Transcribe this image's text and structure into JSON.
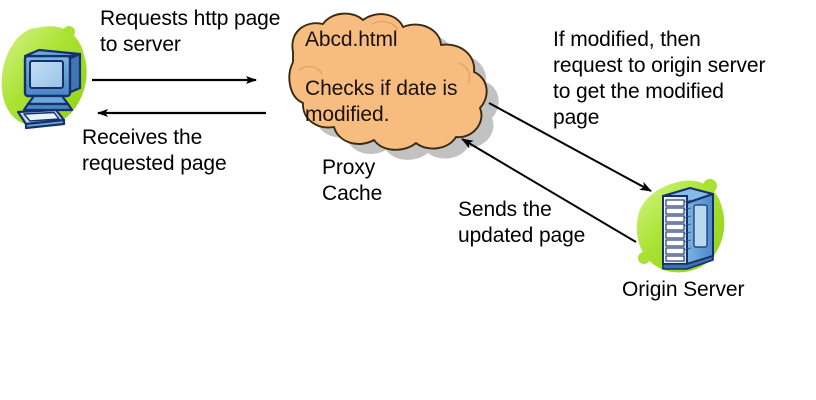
{
  "diagram": {
    "title": "Proxy Cache HTTP Request Flow",
    "background_color": "#ffffff",
    "colors": {
      "cloud_fill": "#f7bd80",
      "cloud_stroke": "#3a2a12",
      "cloud_shadow": "#9a9a9a",
      "blob_green": "#a8e032",
      "blob_green_light": "#c8ee72",
      "monitor_blue": "#5b9bd5",
      "screen_blue": "#a9cfee",
      "outline_navy": "#15306b",
      "arrow_black": "#000000",
      "text_black": "#000000"
    },
    "nodes": [
      {
        "id": "client",
        "icon": "desktop-computer-icon",
        "label": ""
      },
      {
        "id": "proxy",
        "icon": "cloud-icon",
        "label": "Proxy\nCache",
        "inner_lines": [
          "Abcd.html",
          "Checks if date is\nmodified."
        ]
      },
      {
        "id": "origin",
        "icon": "server-rack-icon",
        "label": "Origin Server"
      }
    ],
    "labels": {
      "requests": "Requests http page\nto server",
      "receives": "Receives the\nrequested page",
      "proxy_cache": "Proxy\nCache",
      "if_modified": "If modified, then\nrequest to origin server\nto get the modified\npage",
      "sends_updated": "Sends the\nupdated page",
      "origin_server": "Origin Server",
      "cloud_file": "Abcd.html",
      "cloud_checks": "Checks if date is\nmodified."
    },
    "arrows": [
      {
        "id": "client-to-proxy",
        "name": "arrow-client-to-proxy",
        "from": "client",
        "to": "proxy",
        "direction": "right",
        "描述": "Requests http page to server"
      },
      {
        "id": "proxy-to-client",
        "name": "arrow-proxy-to-client",
        "from": "proxy",
        "to": "client",
        "direction": "left",
        "描述": "Receives the requested page"
      },
      {
        "id": "proxy-to-origin",
        "name": "arrow-proxy-to-origin",
        "from": "proxy",
        "to": "origin",
        "direction": "down-right",
        "描述": "If modified, then request to origin server to get the modified page"
      },
      {
        "id": "origin-to-proxy",
        "name": "arrow-origin-to-proxy",
        "from": "origin",
        "to": "proxy",
        "direction": "up-left",
        "描述": "Sends the updated page"
      }
    ]
  }
}
